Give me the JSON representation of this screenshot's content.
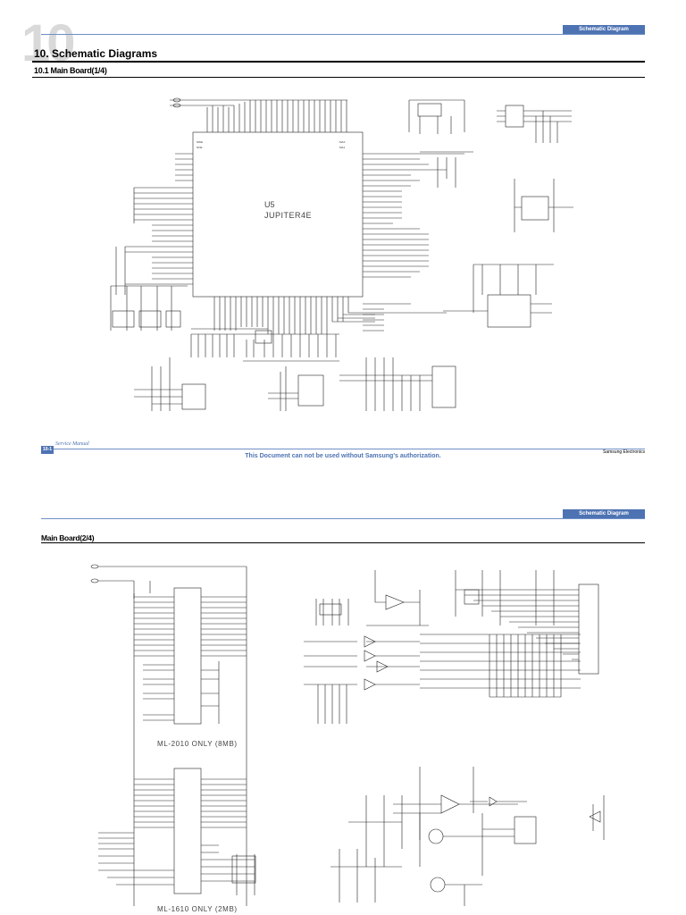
{
  "page1": {
    "section_tag": "Schematic Diagram",
    "chapter_number": "10",
    "chapter_title": "10.  Schematic Diagrams",
    "subsection": "10.1  Main Board(1/4)",
    "schematic": {
      "main_ic_ref": "U5",
      "main_ic_name": "JUPITER4E"
    },
    "footer": {
      "page_number": "10-1",
      "service_manual": "Service Manual",
      "company": "Samsung Electronics",
      "notice": "This Document can not be used without Samsung's authorization."
    }
  },
  "page2": {
    "section_tag": "Schematic Diagram",
    "subsection": "Main Board(2/4)",
    "schematic": {
      "label_8mb": "ML-2010 ONLY (8MB)",
      "label_2mb": "ML-1610 ONLY (2MB)"
    }
  }
}
